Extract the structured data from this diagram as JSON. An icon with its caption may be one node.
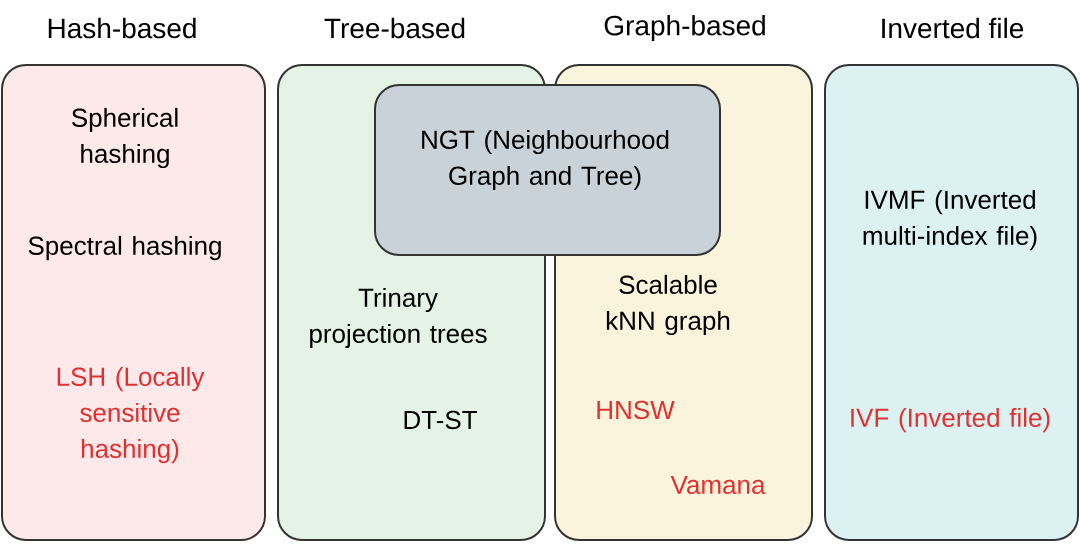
{
  "diagram": {
    "nodes": [
      {
        "text": [
          "Hash-based",
          "Spherical hashing",
          "Spectral hashing",
          "LSH (Locally sensitive hashing)"
        ]
      },
      {
        "text": [
          "Tree-based",
          "Trinary projection trees",
          "DT-ST"
        ]
      },
      {
        "text": [
          "Graph-based",
          "Scalable kNN graph",
          "HNSW",
          "Vamana"
        ]
      },
      {
        "text": [
          "Inverted file",
          "IVMF (Inverted multi-index file)",
          "IVF (Inverted file)"
        ]
      },
      {
        "text": [
          "NGT (Neighbourhood Graph and Tree)"
        ]
      }
    ]
  }
}
